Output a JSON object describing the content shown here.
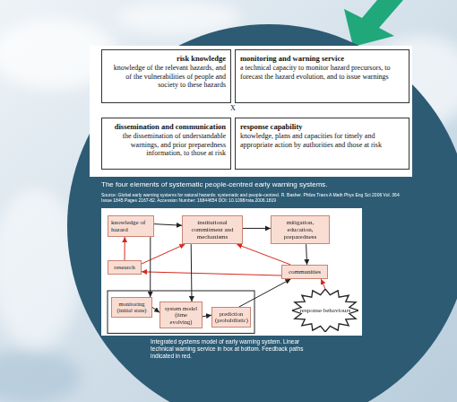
{
  "diagram": {
    "caption": "Integrated systems model of early warning system. Linear technical warning service in box at bottom. Feedback paths indicated in red.",
    "nodes": [
      {
        "text": [
          "risk knowledge",
          "knowledge of the relevant hazards, and of the vulnerabilities of people and society to these hazards"
        ]
      },
      {
        "text": [
          "monitoring and warning service",
          "a technical capacity to monitor hazard precursors, to forecast the hazard evolution, and to issue warnings"
        ]
      },
      {
        "text": [
          "dissemination and communication",
          "the dissemination of understandable warnings, and prior preparedness information, to those at risk"
        ]
      },
      {
        "text": [
          "response capability",
          "knowledge, plans and capacities for timely and appropriate action by authorities and those at risk"
        ]
      },
      {
        "text": [
          "knowledge of hazard"
        ]
      },
      {
        "text": [
          "institutional commitment and mechanisms"
        ]
      },
      {
        "text": [
          "mitigation, education, preparedness"
        ]
      },
      {
        "text": [
          "research"
        ]
      },
      {
        "text": [
          "communities"
        ]
      },
      {
        "text": [
          "monitoring (initial state)"
        ]
      },
      {
        "text": [
          "system model (time evolving)"
        ]
      },
      {
        "text": [
          "prediction (probabilistic)"
        ]
      },
      {
        "text": [
          "response behaviours"
        ]
      }
    ],
    "edges": [
      {
        "from": 4,
        "to": 5,
        "arrow": "to"
      },
      {
        "from": 5,
        "to": 6,
        "arrow": "to"
      },
      {
        "from": 6,
        "to": 8,
        "arrow": "to"
      },
      {
        "from": 8,
        "to": 5,
        "arrow": "to"
      },
      {
        "from": 7,
        "to": 4,
        "arrow": "to"
      },
      {
        "from": 7,
        "to": 5,
        "arrow": "to"
      },
      {
        "from": 8,
        "to": 7,
        "arrow": "to"
      },
      {
        "from": 4,
        "to": 9,
        "arrow": "to"
      },
      {
        "from": 5,
        "to": 10,
        "arrow": "to"
      },
      {
        "from": 9,
        "to": 10,
        "arrow": "to"
      },
      {
        "from": 10,
        "to": 11,
        "arrow": "to"
      },
      {
        "from": 11,
        "to": 8,
        "arrow": "to"
      },
      {
        "from": 12,
        "to": 8,
        "arrow": "to"
      }
    ],
    "labels": [
      "X",
      "The four elements of systematic people-centred early warning systems.",
      "Source: Global early warning systems for natural hazards: systematic and people-centred. R. Basher. Philos Trans A Math Phys Eng Sci 2006 Vol. 364 Issue 1845 Pages 2167-82. Accession Number: 16844654 DOI: 10.1098/rsta.2006.1819"
    ]
  }
}
